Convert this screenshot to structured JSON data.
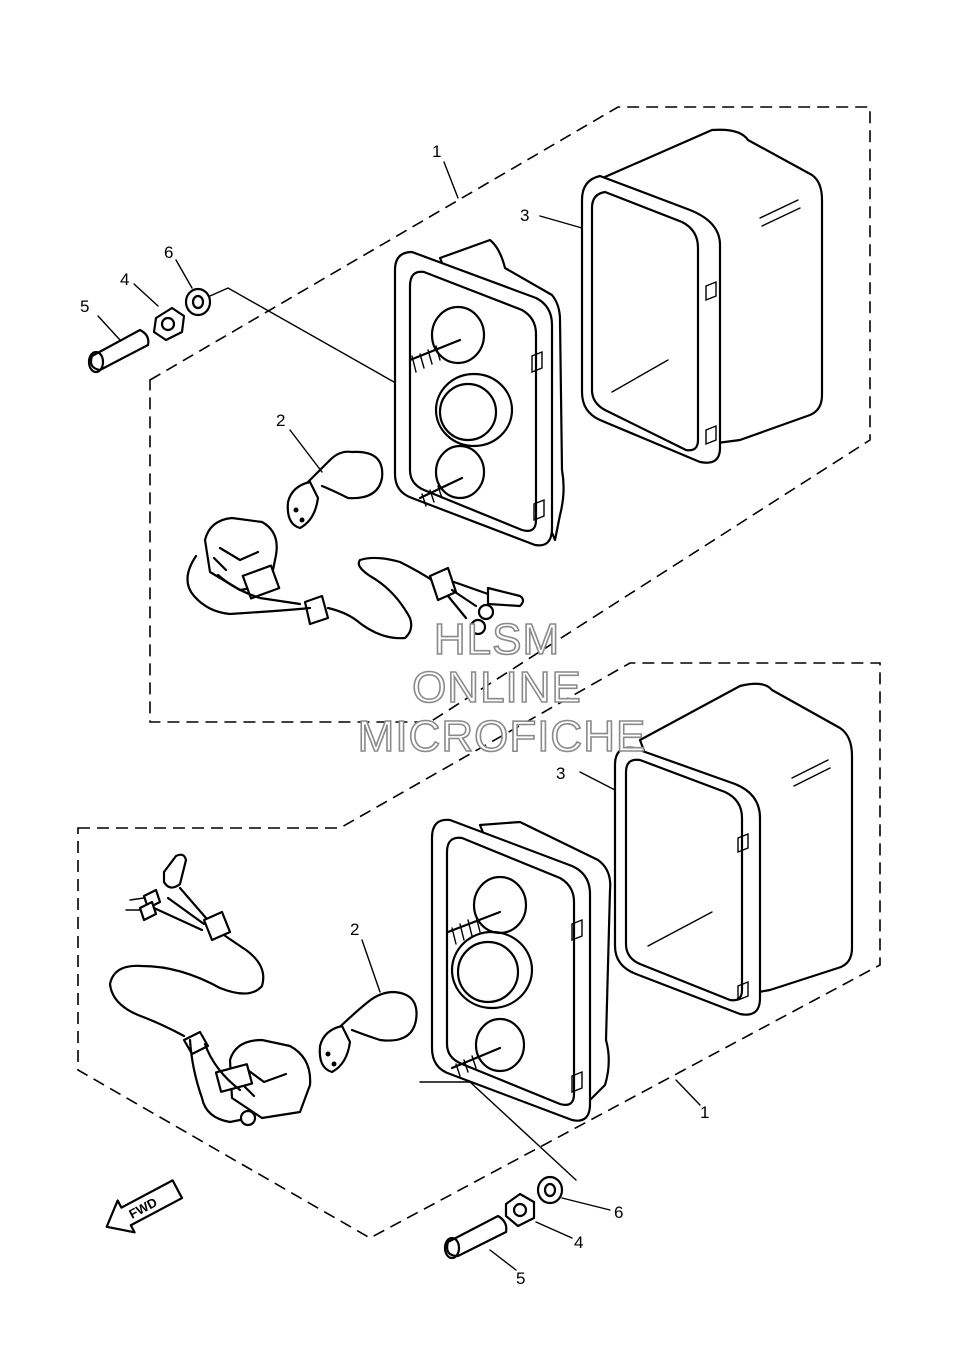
{
  "diagram": {
    "watermark": [
      "HLSM",
      "ONLINE",
      "MICROFICHE"
    ],
    "direction_label": "FWD",
    "callouts": {
      "upper": [
        {
          "id": "callout-upper-1",
          "label": "1"
        },
        {
          "id": "callout-upper-2",
          "label": "2"
        },
        {
          "id": "callout-upper-3",
          "label": "3"
        },
        {
          "id": "callout-upper-4",
          "label": "4"
        },
        {
          "id": "callout-upper-5",
          "label": "5"
        },
        {
          "id": "callout-upper-6",
          "label": "6"
        }
      ],
      "lower": [
        {
          "id": "callout-lower-1",
          "label": "1"
        },
        {
          "id": "callout-lower-2",
          "label": "2"
        },
        {
          "id": "callout-lower-3",
          "label": "3"
        },
        {
          "id": "callout-lower-4",
          "label": "4"
        },
        {
          "id": "callout-lower-5",
          "label": "5"
        },
        {
          "id": "callout-lower-6",
          "label": "6"
        }
      ]
    }
  }
}
